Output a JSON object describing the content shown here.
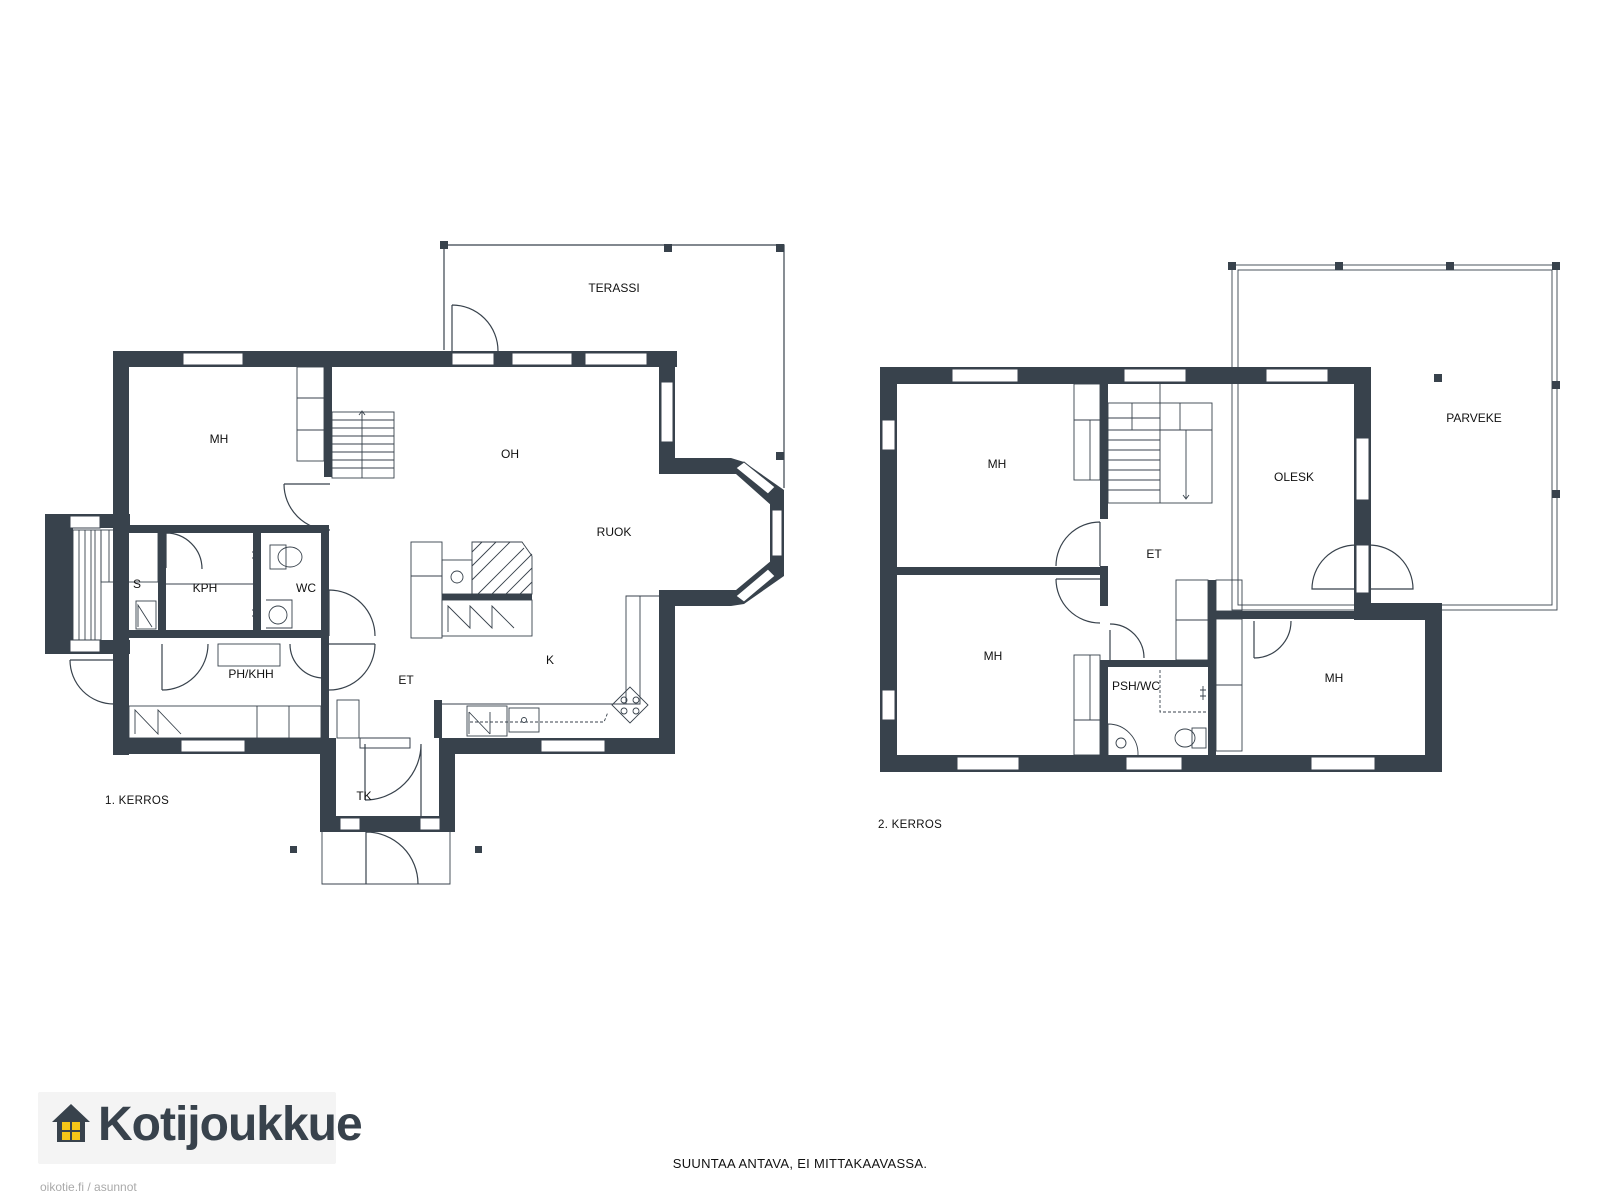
{
  "floor1": {
    "label": "1. KERROS",
    "rooms": {
      "terassi": "TERASSI",
      "mh": "MH",
      "oh": "OH",
      "ruok": "RUOK",
      "s": "S",
      "kph": "KPH",
      "wc": "WC",
      "ph_khh": "PH/KHH",
      "et": "ET",
      "k": "K",
      "tk": "TK"
    }
  },
  "floor2": {
    "label": "2. KERROS",
    "rooms": {
      "mh_top": "MH",
      "mh_mid": "MH",
      "mh_right": "MH",
      "olesk": "OLESK",
      "et": "ET",
      "psh_wc": "PSH/WC",
      "parveke": "PARVEKE"
    }
  },
  "brand": {
    "name": "Kotijoukkue"
  },
  "disclaimer": "SUUNTAA ANTAVA, EI MITTAKAAVASSA.",
  "source": "oikotie.fi / asunnot",
  "colors": {
    "wall": "#38424c",
    "logo_window": "#f5c518"
  }
}
